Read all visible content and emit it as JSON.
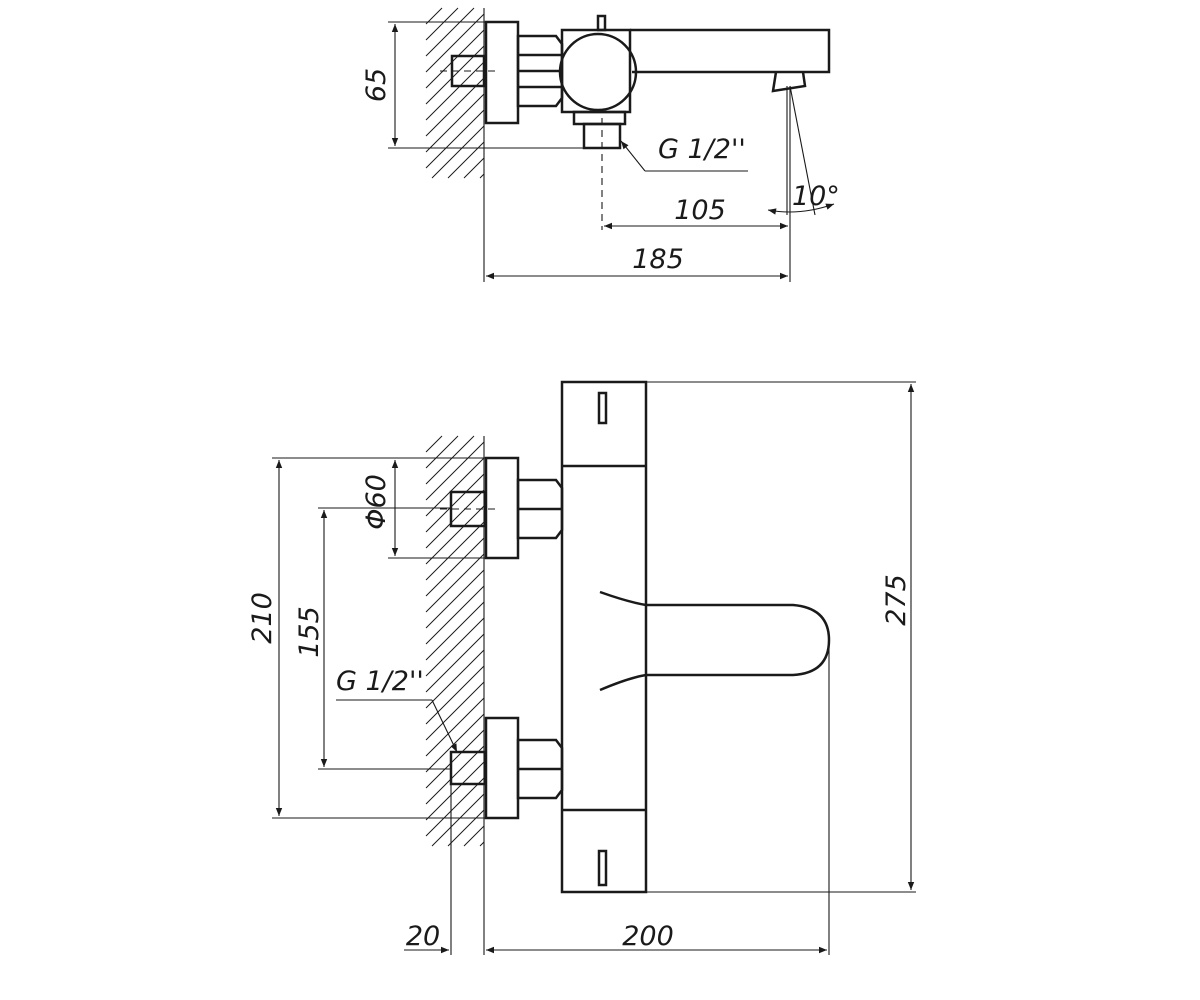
{
  "side_view": {
    "height_dim": "65",
    "thread_label": "G 1/2''",
    "spout_dim": "105",
    "depth_dim": "185",
    "angle_dim": "10°"
  },
  "front_view": {
    "inlet_diameter_dim": "Φ60",
    "outer_height_dim": "210",
    "inlet_spacing_dim": "155",
    "thread_label": "G 1/2''",
    "body_height_dim": "275",
    "wall_offset_dim": "20",
    "projection_dim": "200"
  }
}
